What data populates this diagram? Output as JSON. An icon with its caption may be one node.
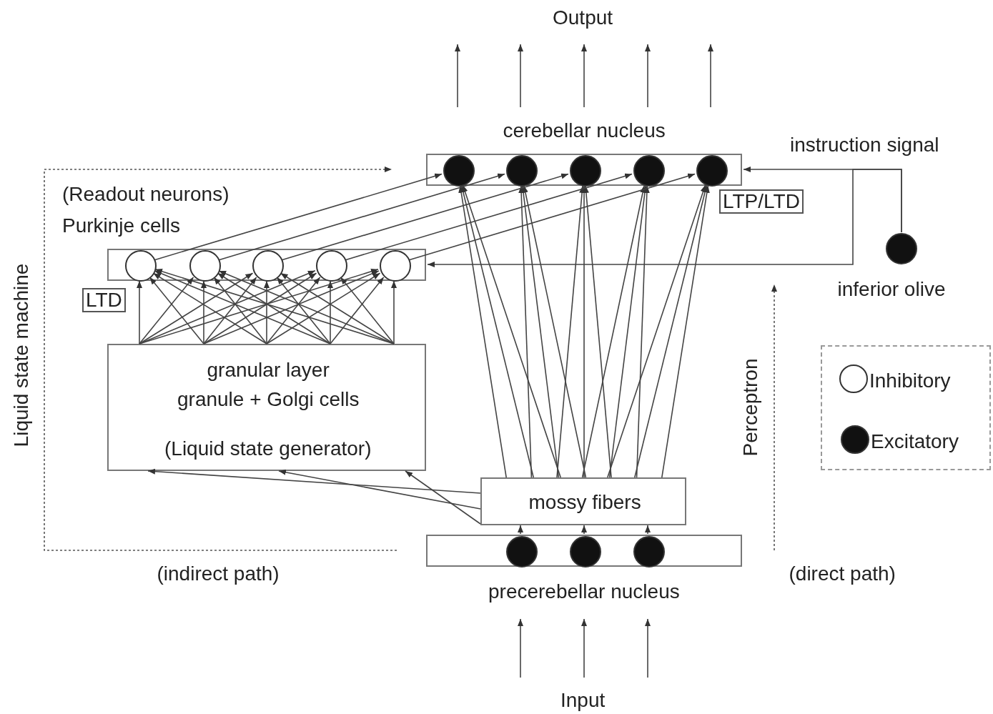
{
  "diagram": {
    "nodes": [
      {
        "text": [
          "cerebellar nucleus"
        ]
      },
      {
        "text": [],
        "shape": "circle",
        "in": 0
      },
      {
        "text": [],
        "shape": "circle",
        "in": 0
      },
      {
        "text": [],
        "shape": "circle",
        "in": 0
      },
      {
        "text": [],
        "shape": "circle",
        "in": 0
      },
      {
        "text": [],
        "shape": "circle",
        "in": 0
      },
      {
        "text": [
          "(Readout neurons)",
          "Purkinje cells"
        ]
      },
      {
        "text": [],
        "shape": "circle",
        "in": 6
      },
      {
        "text": [],
        "shape": "circle",
        "in": 6
      },
      {
        "text": [],
        "shape": "circle",
        "in": 6
      },
      {
        "text": [],
        "shape": "circle",
        "in": 6
      },
      {
        "text": [],
        "shape": "circle",
        "in": 6
      },
      {
        "text": [
          "granular layer",
          "granule + Golgi cells",
          "(Liquid state generator)"
        ]
      },
      {
        "text": [
          "mossy fibers"
        ]
      },
      {
        "text": [
          "precerebellar nucleus"
        ]
      },
      {
        "text": [],
        "shape": "circle",
        "in": 14
      },
      {
        "text": [],
        "shape": "circle",
        "in": 14
      },
      {
        "text": [],
        "shape": "circle",
        "in": 14
      },
      {
        "text": [],
        "shape": "circle",
        "beside": [
          "inferior olive"
        ]
      }
    ],
    "edges": [
      {
        "from": 15,
        "to": 13,
        "arrow": "to"
      },
      {
        "from": 16,
        "to": 13,
        "arrow": "to"
      },
      {
        "from": 17,
        "to": 13,
        "arrow": "to"
      },
      {
        "from": 13,
        "to": 12,
        "arrow": "to"
      },
      {
        "from": 13,
        "to": 12,
        "arrow": "to"
      },
      {
        "from": 13,
        "to": 12,
        "arrow": "to"
      },
      {
        "from": 13,
        "to": 1,
        "arrow": "to"
      },
      {
        "from": 13,
        "to": 1,
        "arrow": "to"
      },
      {
        "from": 13,
        "to": 1,
        "arrow": "to"
      },
      {
        "from": 13,
        "to": 2,
        "arrow": "to"
      },
      {
        "from": 13,
        "to": 2,
        "arrow": "to"
      },
      {
        "from": 13,
        "to": 2,
        "arrow": "to"
      },
      {
        "from": 13,
        "to": 3,
        "arrow": "to"
      },
      {
        "from": 13,
        "to": 3,
        "arrow": "to"
      },
      {
        "from": 13,
        "to": 3,
        "arrow": "to"
      },
      {
        "from": 13,
        "to": 4,
        "arrow": "to"
      },
      {
        "from": 13,
        "to": 4,
        "arrow": "to"
      },
      {
        "from": 13,
        "to": 4,
        "arrow": "to"
      },
      {
        "from": 13,
        "to": 5,
        "arrow": "to"
      },
      {
        "from": 13,
        "to": 5,
        "arrow": "to"
      },
      {
        "from": 13,
        "to": 5,
        "arrow": "to"
      },
      {
        "from": 7,
        "to": 1,
        "arrow": "to"
      },
      {
        "from": 8,
        "to": 2,
        "arrow": "to"
      },
      {
        "from": 9,
        "to": 3,
        "arrow": "to"
      },
      {
        "from": 10,
        "to": 4,
        "arrow": "to"
      },
      {
        "from": 11,
        "to": 5,
        "arrow": "to"
      },
      {
        "from": 12,
        "to": 7,
        "arrow": "to"
      },
      {
        "from": 12,
        "to": 7,
        "arrow": "to"
      },
      {
        "from": 12,
        "to": 7,
        "arrow": "to"
      },
      {
        "from": 12,
        "to": 7,
        "arrow": "to"
      },
      {
        "from": 12,
        "to": 7,
        "arrow": "to"
      },
      {
        "from": 12,
        "to": 8,
        "arrow": "to"
      },
      {
        "from": 12,
        "to": 8,
        "arrow": "to"
      },
      {
        "from": 12,
        "to": 8,
        "arrow": "to"
      },
      {
        "from": 12,
        "to": 8,
        "arrow": "to"
      },
      {
        "from": 12,
        "to": 8,
        "arrow": "to"
      },
      {
        "from": 12,
        "to": 9,
        "arrow": "to"
      },
      {
        "from": 12,
        "to": 9,
        "arrow": "to"
      },
      {
        "from": 12,
        "to": 9,
        "arrow": "to"
      },
      {
        "from": 12,
        "to": 9,
        "arrow": "to"
      },
      {
        "from": 12,
        "to": 9,
        "arrow": "to"
      },
      {
        "from": 12,
        "to": 10,
        "arrow": "to"
      },
      {
        "from": 12,
        "to": 10,
        "arrow": "to"
      },
      {
        "from": 12,
        "to": 10,
        "arrow": "to"
      },
      {
        "from": 12,
        "to": 10,
        "arrow": "to"
      },
      {
        "from": 12,
        "to": 10,
        "arrow": "to"
      },
      {
        "from": 12,
        "to": 11,
        "arrow": "to"
      },
      {
        "from": 12,
        "to": 11,
        "arrow": "to"
      },
      {
        "from": 12,
        "to": 11,
        "arrow": "to"
      },
      {
        "from": 12,
        "to": 11,
        "arrow": "to"
      },
      {
        "from": 12,
        "to": 11,
        "arrow": "to"
      },
      {
        "from": 18,
        "to": 0,
        "arrow": "to"
      },
      {
        "from": 18,
        "to": 6,
        "arrow": "to"
      }
    ],
    "labels": [
      "Output",
      "instruction signal",
      "LTP/LTD",
      "LTD",
      "Liquid state machine",
      "Perceptron",
      "(indirect path)",
      "(direct path)",
      "Input"
    ],
    "legend": [
      {
        "text": "Inhibitory"
      },
      {
        "text": "Excitatory"
      }
    ]
  }
}
